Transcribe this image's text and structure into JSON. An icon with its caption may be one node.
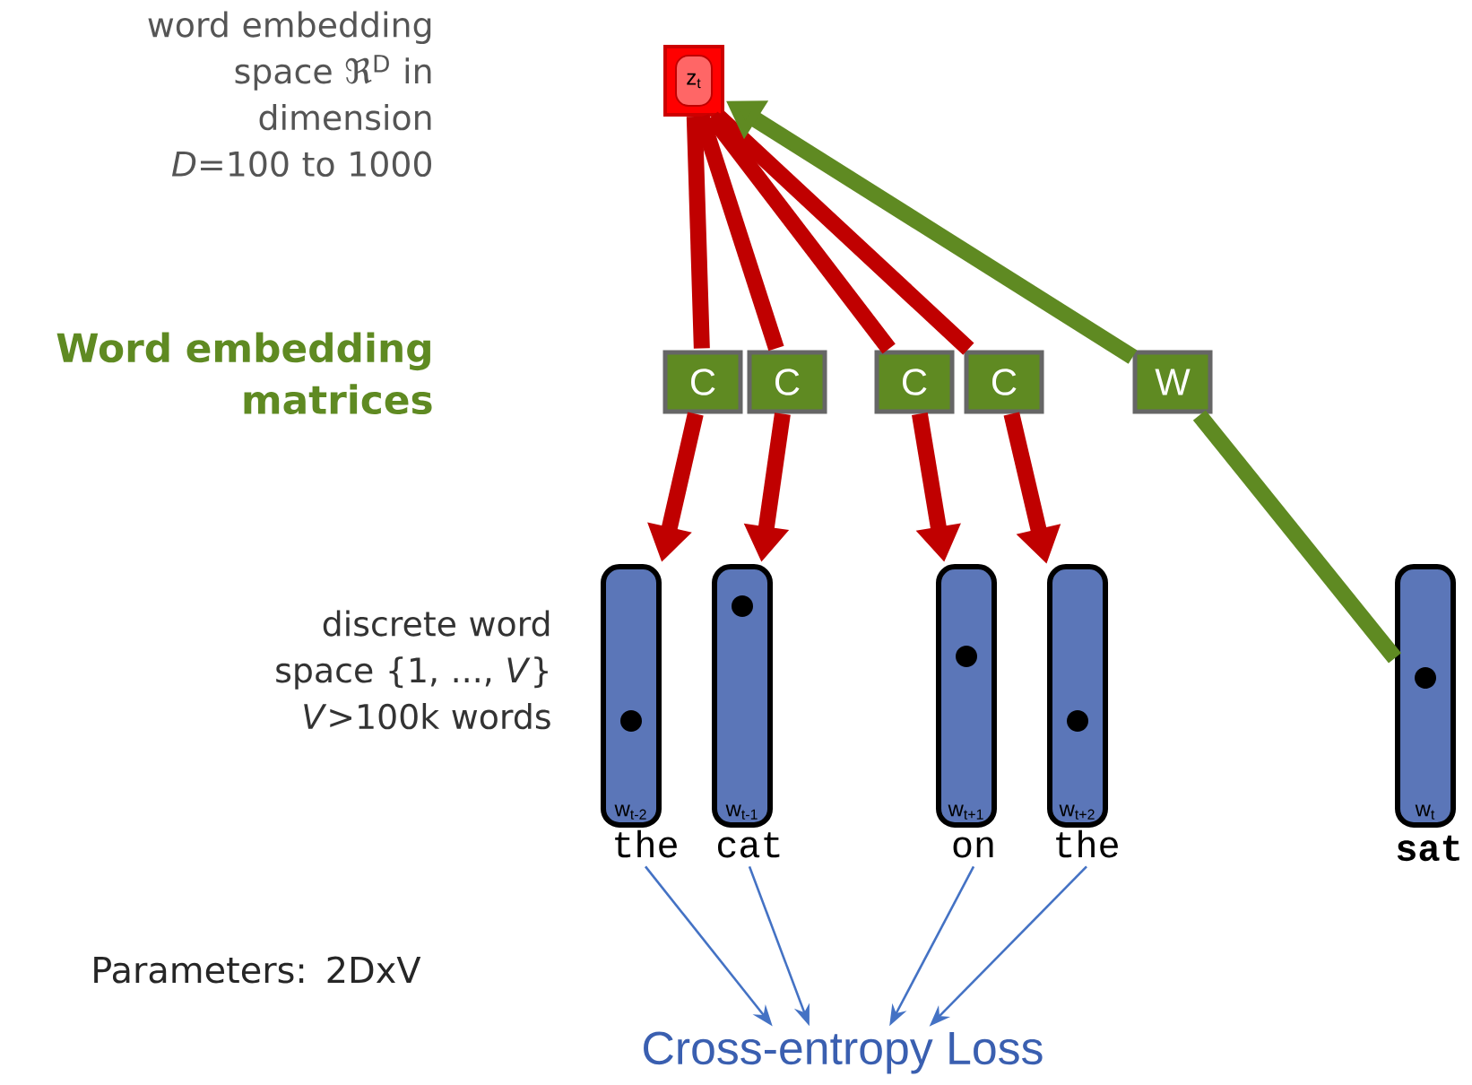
{
  "diagram": {
    "nodes": [
      {
        "text": [
          "z$_{t}$"
        ]
      },
      {
        "text": [
          "C"
        ]
      },
      {
        "text": [
          "C"
        ]
      },
      {
        "text": [
          "C"
        ]
      },
      {
        "text": [
          "C"
        ]
      },
      {
        "text": [
          "W"
        ]
      },
      {
        "text": [
          "w$_{t-2}$"
        ]
      },
      {
        "text": [
          "w$_{t-1}$"
        ]
      },
      {
        "text": [
          "w$_{t+1}$"
        ]
      },
      {
        "text": [
          "w$_{t+2}$"
        ]
      },
      {
        "text": [
          "w$_{t}$"
        ],
        "beside": [
          "sat"
        ]
      },
      {
        "text": [
          "the"
        ]
      },
      {
        "text": [
          "cat"
        ]
      },
      {
        "text": [
          "on"
        ]
      },
      {
        "text": [
          "the"
        ]
      },
      {
        "text": [
          "Cross-entropy Loss"
        ]
      }
    ],
    "edges": [
      {
        "from": 0,
        "to": 1,
        "arrow": "none",
        "color": "#c00000"
      },
      {
        "from": 1,
        "to": 6,
        "arrow": "to",
        "color": "#c00000"
      },
      {
        "from": 0,
        "to": 2,
        "arrow": "none",
        "color": "#c00000"
      },
      {
        "from": 2,
        "to": 7,
        "arrow": "to",
        "color": "#c00000"
      },
      {
        "from": 0,
        "to": 3,
        "arrow": "none",
        "color": "#c00000"
      },
      {
        "from": 3,
        "to": 8,
        "arrow": "to",
        "color": "#c00000"
      },
      {
        "from": 0,
        "to": 4,
        "arrow": "none",
        "color": "#c00000"
      },
      {
        "from": 4,
        "to": 9,
        "arrow": "to",
        "color": "#c00000"
      },
      {
        "from": 10,
        "to": 5,
        "arrow": "none",
        "color": "#5f8a22"
      },
      {
        "from": 5,
        "to": 0,
        "arrow": "to",
        "color": "#5f8a22"
      },
      {
        "from": 11,
        "to": 15,
        "arrow": "to",
        "color": "#4472c4"
      },
      {
        "from": 12,
        "to": 15,
        "arrow": "to",
        "color": "#4472c4"
      },
      {
        "from": 13,
        "to": 15,
        "arrow": "to",
        "color": "#4472c4"
      },
      {
        "from": 14,
        "to": 15,
        "arrow": "to",
        "color": "#4472c4"
      }
    ],
    "labels": [
      "word embedding space ℜ$^{D}$ in dimension *D*=100 to 1000",
      "Word embedding matrices",
      "discrete word space {1, ..., *V*} *V*>100k words",
      "Parameters: 2DxV"
    ]
  }
}
